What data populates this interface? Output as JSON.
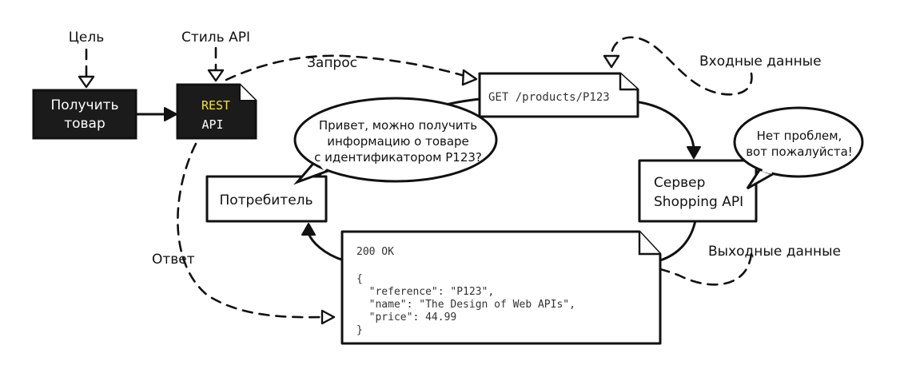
{
  "labels": {
    "goal": "Цель",
    "api_style": "Стиль API",
    "request": "Запрос",
    "input_data": "Входные данные",
    "output_data": "Выходные данные",
    "response": "Ответ"
  },
  "boxes": {
    "get_product": [
      "Получить",
      "товар"
    ],
    "rest_api": [
      "REST",
      "API"
    ],
    "consumer": "Потребитель",
    "server": [
      "Сервер",
      "Shopping API"
    ],
    "request_doc": "GET /products/P123",
    "response_doc": [
      "200 OK",
      "",
      "{",
      "  \"reference\": \"P123\",",
      "  \"name\": \"The Design of Web APIs\",",
      "  \"price\": 44.99",
      "}"
    ]
  },
  "bubbles": {
    "consumer_speech": [
      "Привет, можно получить",
      "информацию о товаре",
      "с идентификатором P123?"
    ],
    "server_speech": [
      "Нет проблем,",
      "вот пожалуйста!"
    ]
  },
  "colors": {
    "rest_keyword": "#f2e33a",
    "dark_box": "#1b1b1b",
    "ink": "#111111"
  }
}
